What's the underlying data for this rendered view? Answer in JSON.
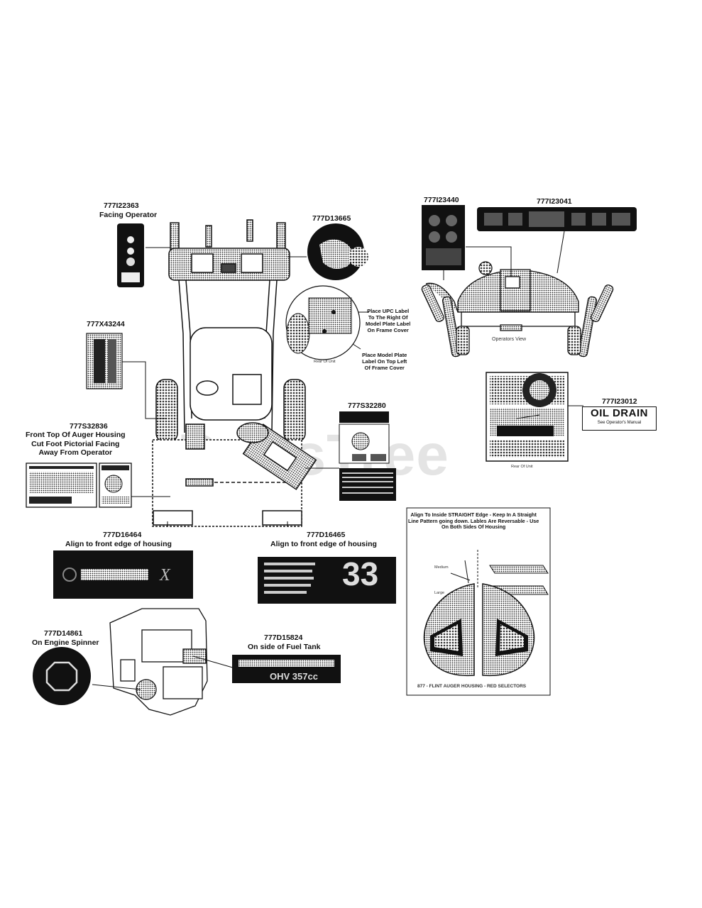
{
  "watermark": "PartsTree",
  "labels": {
    "p777i22363": "777I22363",
    "facing_operator": "Facing Operator",
    "p777d13665": "777D13665",
    "p777i23440": "777I23440",
    "p777i23041": "777I23041",
    "place_upc": "Place UPC Label\nTo The Right Of\nModel Plate Label\nOn Frame Cover",
    "place_model": "Place Model Plate\nLabel On Top Left\nOf Frame Cover",
    "rear_of_unit_a": "Rear Of Unit",
    "operators_view": "Operators View",
    "p777x43244": "777X43244",
    "p777i23012": "777I23012",
    "oil_drain": "OIL DRAIN",
    "see_manual": "See Operator's Manual",
    "rear_of_unit_b": "Rear Of Unit",
    "p777s32280": "777S32280",
    "p777s32836": "777S32836",
    "front_top": "Front Top Of Auger Housing\nCut Foot Pictorial Facing\nAway From Operator",
    "align_inside": "Align To Inside STRAIGHT Edge - Keep In A Straight\nLine Pattern going down. Lables Are Reversable - Use\nOn Both Sides Of Housing",
    "p777d16464": "777D16464",
    "align_front_left": "Align to front edge of housing",
    "p777d16465": "777D16465",
    "align_front_right": "Align to front edge of housing",
    "medium": "Medium",
    "large": "Large",
    "flint": "877 - FLINT AUGER HOUSING - RED SELECTORS",
    "p777d14861": "777D14861",
    "on_engine_spinner": "On Engine Spinner",
    "p777d15824": "777D15824",
    "on_side_fuel": "On side of Fuel Tank",
    "big_33": "33"
  }
}
